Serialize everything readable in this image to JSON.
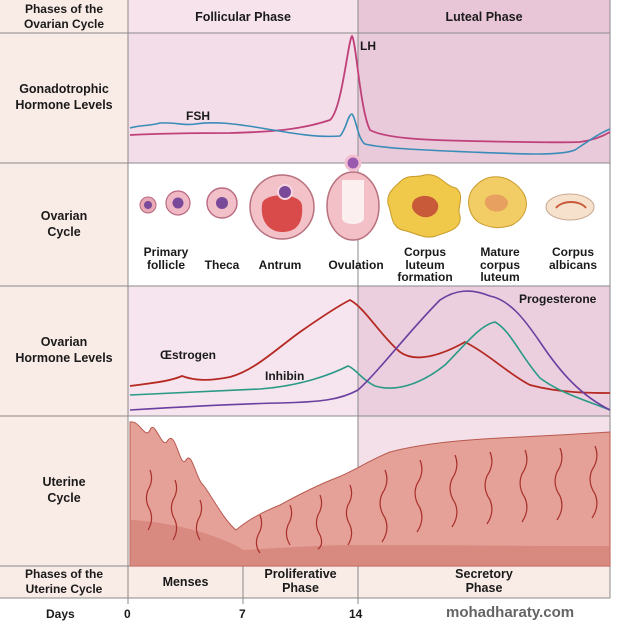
{
  "header": {
    "row_title": "Phases of the\nOvarian Cycle",
    "follicular": "Follicular Phase",
    "luteal": "Luteal Phase"
  },
  "rows": {
    "gonadotrophic": "Gonadotrophic\nHormone Levels",
    "ovarian_cycle": "Ovarian\nCycle",
    "ovarian_hormones": "Ovarian\nHormone Levels",
    "uterine": "Uterine\nCycle",
    "uterine_phases": "Phases of the\nUterine Cycle"
  },
  "hormones": {
    "fsh": "FSH",
    "lh": "LH",
    "estrogen": "Œstrogen",
    "inhibin": "Inhibin",
    "progesterone": "Progesterone"
  },
  "follicle_stages": [
    {
      "label": "Primary\nfollicle"
    },
    {
      "label": "Theca"
    },
    {
      "label": "Antrum"
    },
    {
      "label": "Ovulation"
    },
    {
      "label": "Corpus\nluteum\nformation"
    },
    {
      "label": "Mature\ncorpus\nluteum"
    },
    {
      "label": "Corpus\nalbicans"
    }
  ],
  "uterine_phases": {
    "menses": "Menses",
    "proliferative": "Proliferative\nPhase",
    "secretory": "Secretory\nPhase"
  },
  "days": {
    "label": "Days",
    "ticks": [
      "0",
      "7",
      "14"
    ]
  },
  "watermark": "mohadharaty.com",
  "colors": {
    "lh": "#c0407a",
    "fsh": "#3a8cb8",
    "estrogen": "#b52a22",
    "inhibin": "#2a9a86",
    "progesterone": "#6a3fa0",
    "follicular_bg": "#f5e1ea",
    "luteal_bg": "#e9cadb",
    "label_bg": "#f9ebe6"
  }
}
